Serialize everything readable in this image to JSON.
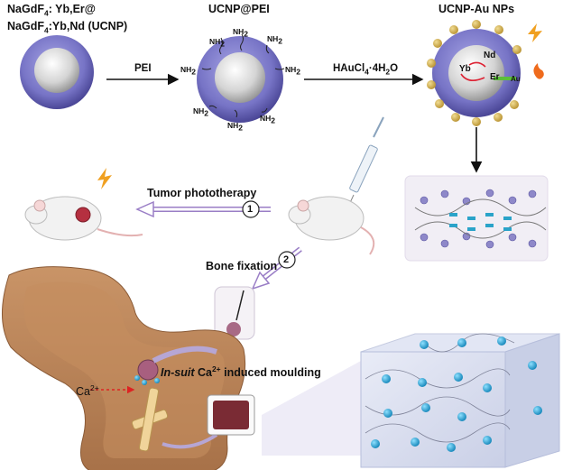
{
  "colors": {
    "shell": "#7a78c6",
    "shell_dark": "#4f4b9e",
    "core": "#d9d9d9",
    "gold": "#d6b452",
    "bone": "#d7a77a",
    "bone_inner": "#b98559",
    "spheres": "#2aa7d6",
    "arrow_purple": "#9a7ec6"
  },
  "labels": {
    "core_line1": "NaGdF",
    "core_line1_sub": "4",
    "core_line1_rest": ": Yb,Er@",
    "core_line2": "NaGdF",
    "core_line2_sub": "4",
    "core_line2_rest": ":Yb,Nd (UCNP)",
    "ucnp_pei": "UCNP@PEI",
    "ucnp_au": "UCNP-Au NPs",
    "pei": "PEI",
    "hauc": "HAuCl",
    "hauc_sub": "4",
    "hauc_rest": "·4H",
    "hauc_sub2": "2",
    "hauc_rest2": "O",
    "tumor": "Tumor phototherapy",
    "bone_fix": "Bone fixation",
    "insuit": "In-suit",
    "insuit_rest": " Ca",
    "insuit_sup": "2+",
    "insuit_rest2": " induced moulding",
    "ca": "Ca",
    "ca_sup": "2+",
    "nh2": "NH",
    "nh2_sub": "2",
    "nd": "Nd",
    "yb": "Yb",
    "er": "Er",
    "au": "Au",
    "step1": "1",
    "step2": "2"
  }
}
